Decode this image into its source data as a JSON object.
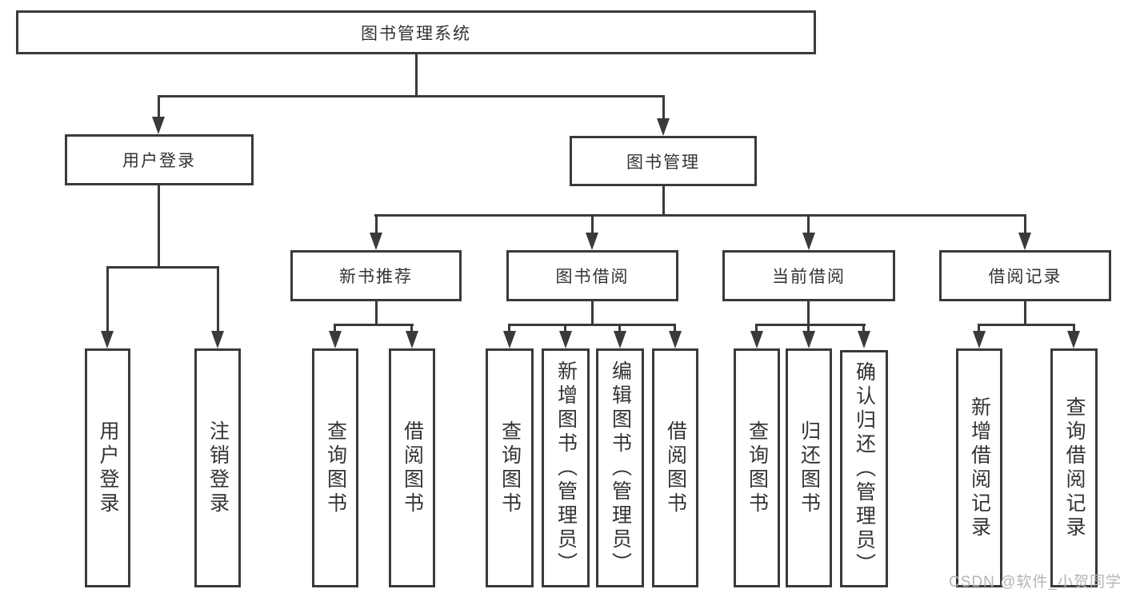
{
  "colors": {
    "line": "#3a3a3a",
    "text": "#333333",
    "background": "#ffffff",
    "watermark": "#b4b4b4"
  },
  "diagram": {
    "root": "图书管理系统",
    "level2": {
      "user_login": "用户登录",
      "book_management": "图书管理"
    },
    "level3": {
      "new_book": "新书推荐",
      "book_borrow": "图书借阅",
      "current_borrow": "当前借阅",
      "borrow_records": "借阅记录"
    },
    "leaves": {
      "user_login": [
        "用户登录",
        "注销登录"
      ],
      "new_book": [
        "查询图书",
        "借阅图书"
      ],
      "book_borrow": [
        "查询图书",
        "新增图书（管理员）",
        "编辑图书（管理员）",
        "借阅图书"
      ],
      "current_borrow": [
        "查询图书",
        "归还图书",
        "确认归还（管理员）"
      ],
      "borrow_records": [
        "新增借阅记录",
        "查询借阅记录"
      ]
    }
  },
  "watermark": "CSDN @软件_小贺同学"
}
